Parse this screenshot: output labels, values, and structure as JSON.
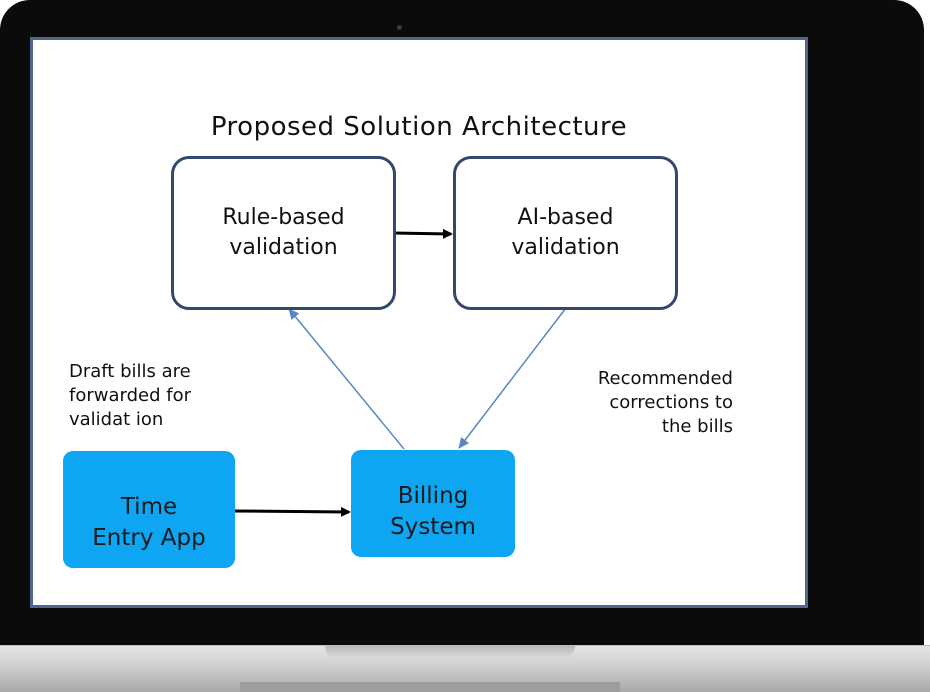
{
  "diagram": {
    "title": "Proposed Solution Architecture",
    "nodes": {
      "rule_based": "Rule-based\nvalidation",
      "ai_based": "AI-based\nvalidation",
      "time_entry": "Time\nEntry App",
      "billing": "Billing\nSystem"
    },
    "annotations": {
      "draft_bills": "Draft bills are\nforwarded for\nvalidat ion",
      "corrections": "Recommended\ncorrections to\nthe bills"
    },
    "colors": {
      "outline_node_border": "#34486e",
      "filled_node": "#0ea5f3",
      "thin_arrow": "#5b87c4",
      "screen_border": "#4d6791"
    }
  }
}
